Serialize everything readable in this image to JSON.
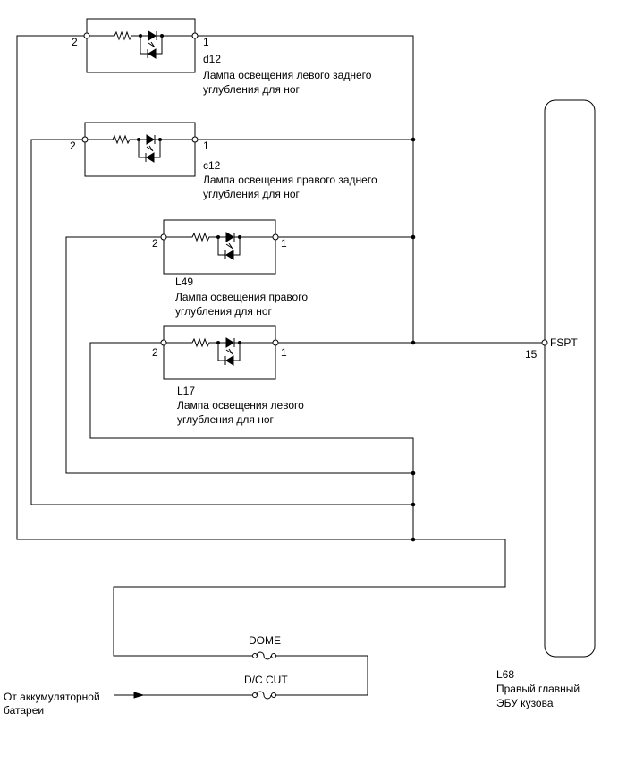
{
  "lamps": [
    {
      "id": "d12",
      "name_line1": "Лампа освещения левого заднего",
      "name_line2": "углубления для ног",
      "pin_left": "2",
      "pin_right": "1"
    },
    {
      "id": "c12",
      "name_line1": "Лампа освещения правого заднего",
      "name_line2": "углубления для ног",
      "pin_left": "2",
      "pin_right": "1"
    },
    {
      "id": "L49",
      "name_line1": "Лампа освещения правого",
      "name_line2": "углубления для ног",
      "pin_left": "2",
      "pin_right": "1"
    },
    {
      "id": "L17",
      "name_line1": "Лампа освещения левого",
      "name_line2": "углубления для ног",
      "pin_left": "2",
      "pin_right": "1"
    }
  ],
  "ecu": {
    "id": "L68",
    "name_line1": "Правый главный",
    "name_line2": "ЭБУ кузова",
    "terminal": "FSPT",
    "pin": "15"
  },
  "fuses": [
    {
      "label": "DOME"
    },
    {
      "label": "D/C CUT"
    }
  ],
  "battery": {
    "line1": "От аккумуляторной",
    "line2": "батареи"
  }
}
